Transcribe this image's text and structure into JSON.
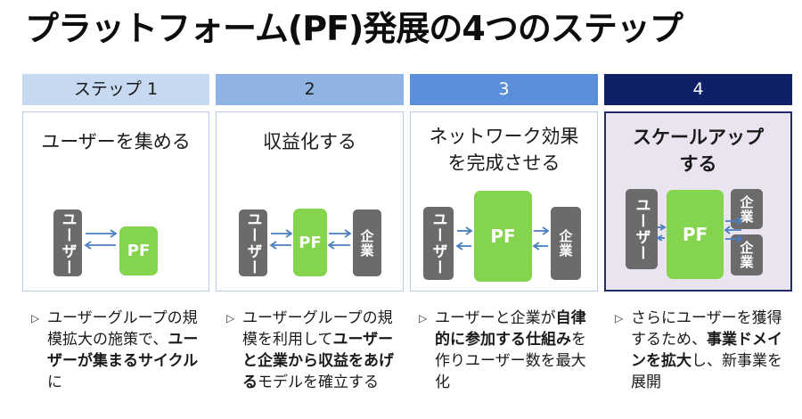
{
  "title": "プラットフォーム(PF)発展の4つのステップ",
  "colors": {
    "header_1": "#c6d9f1",
    "header_2": "#8fb4e3",
    "header_3": "#5b8fd9",
    "header_4": "#0f2068",
    "pf_green": "#85d44e",
    "block_gray": "#6b6b6b",
    "arrow_blue": "#4a7fc1",
    "selected_bg": "#e9e4ef"
  },
  "steps": [
    {
      "header": "ステップ 1",
      "title_lines": [
        "ユーザーを集める"
      ],
      "blocks": {
        "user": "ユーザー",
        "pf": "PF"
      },
      "desc": [
        "ユーザーグループの規模拡大の施策で、",
        "ユーザーが集まるサイクル",
        "に"
      ]
    },
    {
      "header": "2",
      "title_lines": [
        "収益化する"
      ],
      "blocks": {
        "user": "ユーザー",
        "pf": "PF",
        "corp": "企業"
      },
      "desc": [
        "ユーザーグループの規模を利用して",
        "ユーザーと企業から収益をあげる",
        "モデルを確立する"
      ]
    },
    {
      "header": "3",
      "title_lines": [
        "ネットワーク効果",
        "を完成させる"
      ],
      "blocks": {
        "user": "ユーザー",
        "pf": "PF",
        "corp": "企業"
      },
      "desc": [
        "ユーザーと企業が",
        "自律的に参加する仕組み",
        "を作りユーザー数を最大化"
      ]
    },
    {
      "header": "4",
      "title_lines": [
        "スケールアップ",
        "する"
      ],
      "blocks": {
        "user": "ユーザー",
        "pf": "PF",
        "corp1": "企業",
        "corp2": "企業"
      },
      "desc": [
        "さらにユーザーを獲得するため、",
        "事業ドメインを拡大",
        "し、新事業を展開"
      ]
    }
  ],
  "bullet_icon": "triangle-bullet-icon"
}
